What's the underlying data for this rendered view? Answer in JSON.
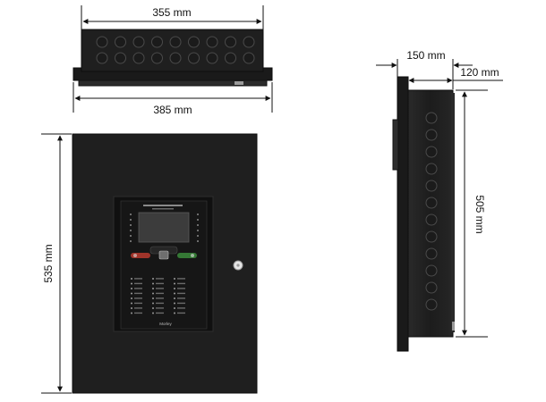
{
  "dimensions": {
    "top_inner_width": "355 mm",
    "top_outer_width": "385 mm",
    "front_height": "535 mm",
    "side_depth_total": "150 mm",
    "side_depth_box": "120 mm",
    "side_height": "505 mm"
  },
  "panel": {
    "brand": "Morley"
  },
  "colors": {
    "enclosure": "#1f1f1f",
    "enclosure_edge": "#0d0d0d",
    "panel_face": "#141414",
    "lcd": "#3a3a3a",
    "dimension_line": "#111111",
    "button_red": "#b83a2e",
    "button_green": "#3b8a3b",
    "button_grey": "#6f6f6f"
  },
  "top_view_knockouts": 18,
  "side_view_knockouts": 12
}
